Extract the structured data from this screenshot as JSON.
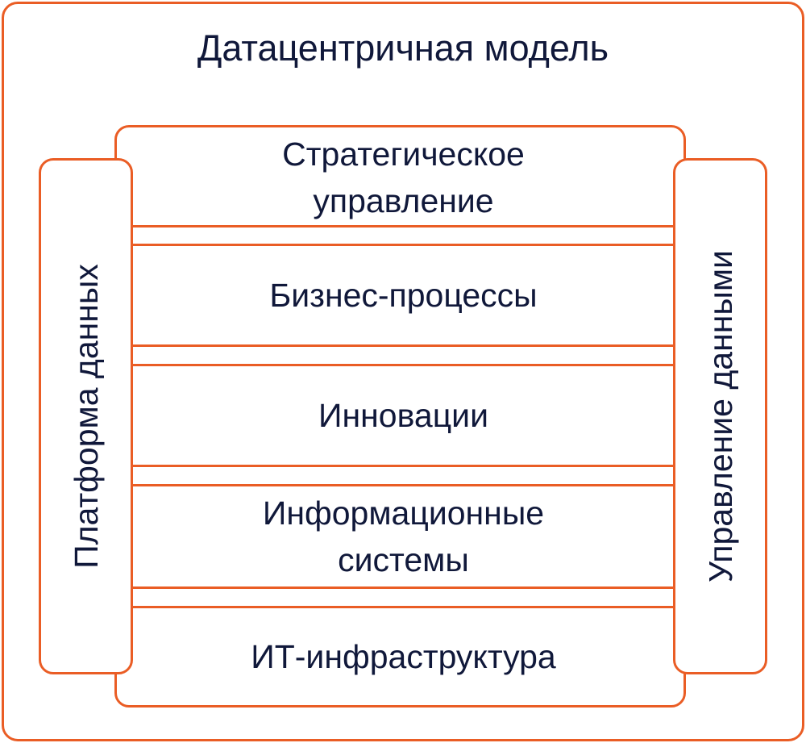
{
  "title": "Датацентричная модель",
  "left_pillar": "Платформа данных",
  "right_pillar": "Управление данными",
  "layers": [
    {
      "line1": "Стратегическое",
      "line2": "управление"
    },
    {
      "line1": "Бизнес-процессы"
    },
    {
      "line1": "Инновации"
    },
    {
      "line1": "Информационные",
      "line2": "системы"
    },
    {
      "line1": "ИТ-инфраструктура"
    }
  ],
  "colors": {
    "border": "#ea5d25",
    "text": "#10183a",
    "background": "#ffffff"
  }
}
